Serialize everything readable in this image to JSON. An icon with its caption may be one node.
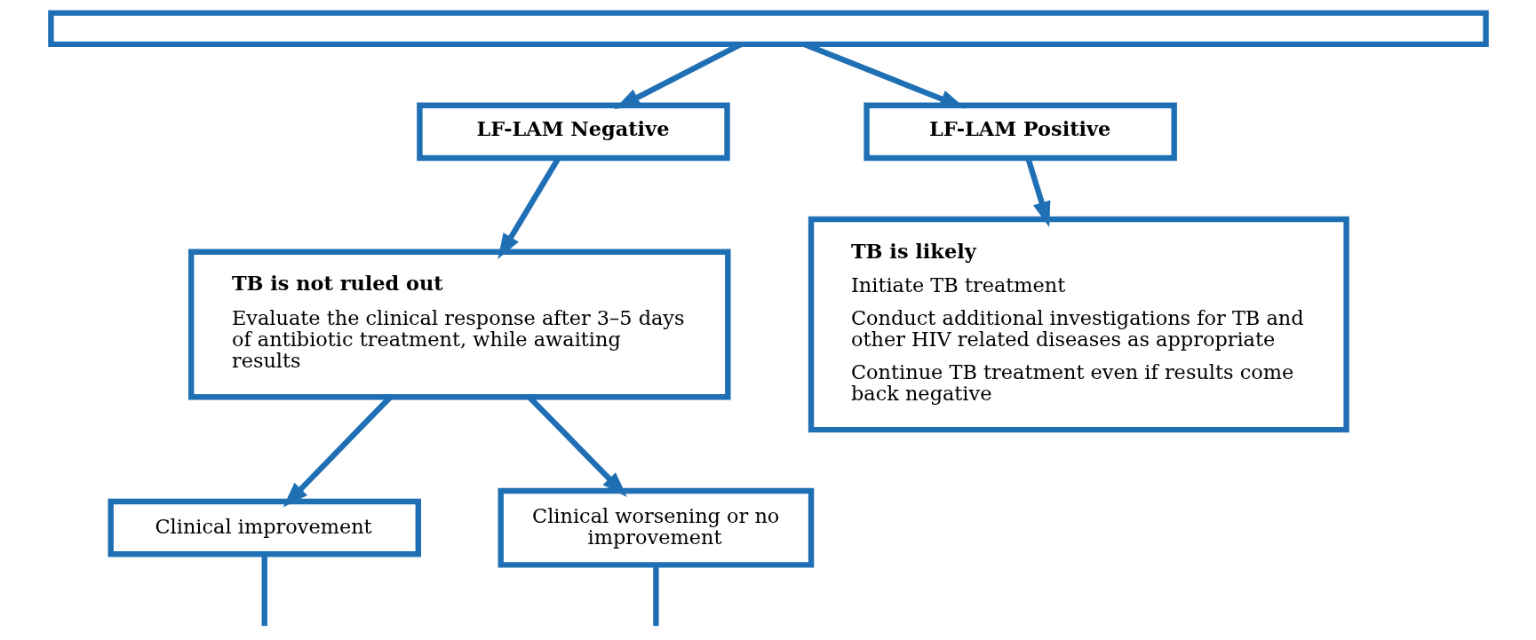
{
  "diagram": {
    "nodes": [
      {
        "text": [],
        "shape": "box"
      },
      {
        "text": [
          "LF-LAM Negative"
        ]
      },
      {
        "text": [
          "LF-LAM Positive"
        ]
      },
      {
        "text": [
          "TB is not ruled out",
          "Evaluate the clinical response after 3–5 days of antibiotic treatment, while awaiting results"
        ]
      },
      {
        "text": [
          "TB is likely",
          "Initiate TB treatment",
          "Conduct additional investigations for TB and other HIV related diseases as appropriate",
          "Continue TB treatment even if results come back negative"
        ]
      },
      {
        "text": [
          "Clinical improvement"
        ]
      },
      {
        "text": [
          "Clinical worsening or no improvement"
        ]
      }
    ],
    "edges": [
      {
        "from": 0,
        "to": 1,
        "arrow": "to"
      },
      {
        "from": 0,
        "to": 2,
        "arrow": "to"
      },
      {
        "from": 1,
        "to": 3,
        "arrow": "to"
      },
      {
        "from": 2,
        "to": 4,
        "arrow": "to"
      },
      {
        "from": 3,
        "to": 5,
        "arrow": "to"
      },
      {
        "from": 3,
        "to": 6,
        "arrow": "to"
      },
      {
        "from": 5,
        "to": null,
        "arrow": "none"
      },
      {
        "from": 6,
        "to": null,
        "arrow": "none"
      }
    ]
  }
}
